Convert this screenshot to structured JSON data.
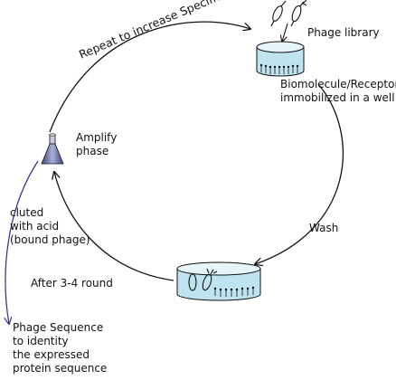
{
  "cycle_label": "Repeat to increase Specificity",
  "phage_library_label": "Phage library",
  "immobilized_label": "Biomolecule/Receptor\nimmobilized in a well",
  "wash_label": "Wash",
  "amplify_label": "Amplify\nphase",
  "eluted_label": "cluted\nwith acid\n(bound phage)",
  "rounds_label": "After 3-4 round",
  "sequence_label": "Phage Sequence\nto identity\nthe expressed\nprotein sequence",
  "colors": {
    "cycle_arrow": "#111111",
    "elution_arrow": "#2e2e8a",
    "well_fill": "#bfe4f0",
    "well_rim": "#e6f5fa",
    "flask": "#6a74a8"
  }
}
